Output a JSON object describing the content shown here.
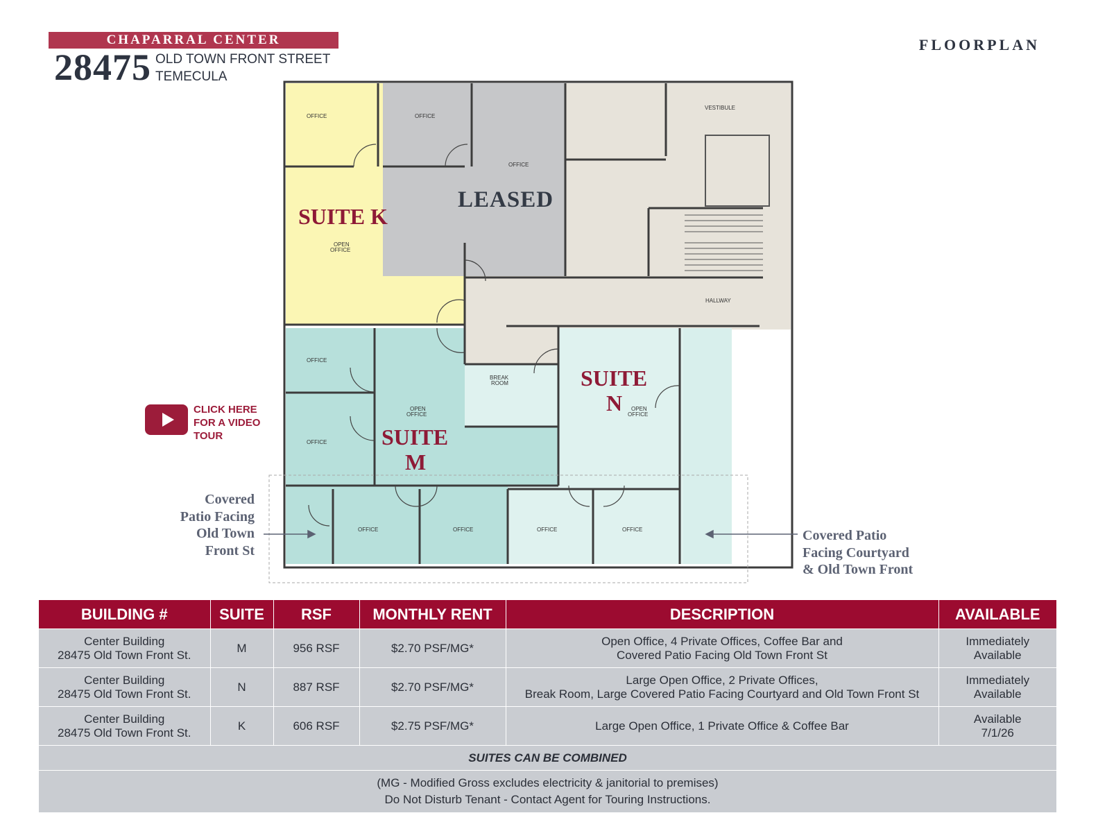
{
  "header": {
    "center_name": "CHAPARRAL CENTER",
    "street_number": "28475",
    "street": "OLD TOWN FRONT STREET",
    "city": "TEMECULA",
    "page_label": "FLOORPLAN"
  },
  "plan": {
    "suite_k": "SUITE K",
    "leased": "LEASED",
    "suite_m": [
      "SUITE",
      "M"
    ],
    "suite_n": [
      "SUITE",
      "N"
    ],
    "rooms": {
      "office": "OFFICE",
      "open_office": [
        "OPEN",
        "OFFICE"
      ],
      "vestibule": "VESTIBULE",
      "hallway": "HALLWAY",
      "break_room": [
        "BREAK",
        "ROOM"
      ]
    },
    "colors": {
      "suite_k": "#fbf6b4",
      "leased": "#c6c7c9",
      "common": "#e7e3da",
      "suite_m": "#b7e0db",
      "suite_n": "#dff2ef"
    }
  },
  "video": {
    "icon": "play-icon",
    "lines": [
      "CLICK HERE",
      "FOR A VIDEO",
      "TOUR"
    ]
  },
  "patio_left": [
    "Covered",
    "Patio Facing",
    "Old Town",
    "Front St"
  ],
  "patio_right": [
    "Covered Patio",
    "Facing Courtyard",
    "& Old Town Front"
  ],
  "table": {
    "headers": [
      "BUILDING #",
      "SUITE",
      "RSF",
      "MONTHLY RENT",
      "DESCRIPTION",
      "AVAILABLE"
    ],
    "rows": [
      {
        "building": [
          "Center Building",
          "28475 Old Town Front St."
        ],
        "suite": "M",
        "rsf": "956 RSF",
        "rent": "$2.70 PSF/MG*",
        "description": [
          "Open Office, 4 Private Offices, Coffee Bar and",
          "Covered Patio Facing Old Town Front St"
        ],
        "available": [
          "Immediately",
          "Available"
        ]
      },
      {
        "building": [
          "Center Building",
          "28475 Old Town Front St."
        ],
        "suite": "N",
        "rsf": "887 RSF",
        "rent": "$2.70 PSF/MG*",
        "description": [
          "Large Open Office, 2 Private Offices,",
          "Break Room, Large Covered Patio Facing Courtyard and Old Town Front St"
        ],
        "available": [
          "Immediately",
          "Available"
        ]
      },
      {
        "building": [
          "Center Building",
          "28475 Old Town Front St."
        ],
        "suite": "K",
        "rsf": "606 RSF",
        "rent": "$2.75 PSF/MG*",
        "description": [
          "Large Open Office, 1 Private Office & Coffee Bar"
        ],
        "available": [
          "Available",
          "7/1/26"
        ]
      }
    ],
    "combined": "SUITES CAN BE COMBINED",
    "notes": [
      "(MG - Modified Gross excludes electricity & janitorial to premises)",
      "Do Not Disturb Tenant - Contact Agent for Touring Instructions."
    ]
  }
}
